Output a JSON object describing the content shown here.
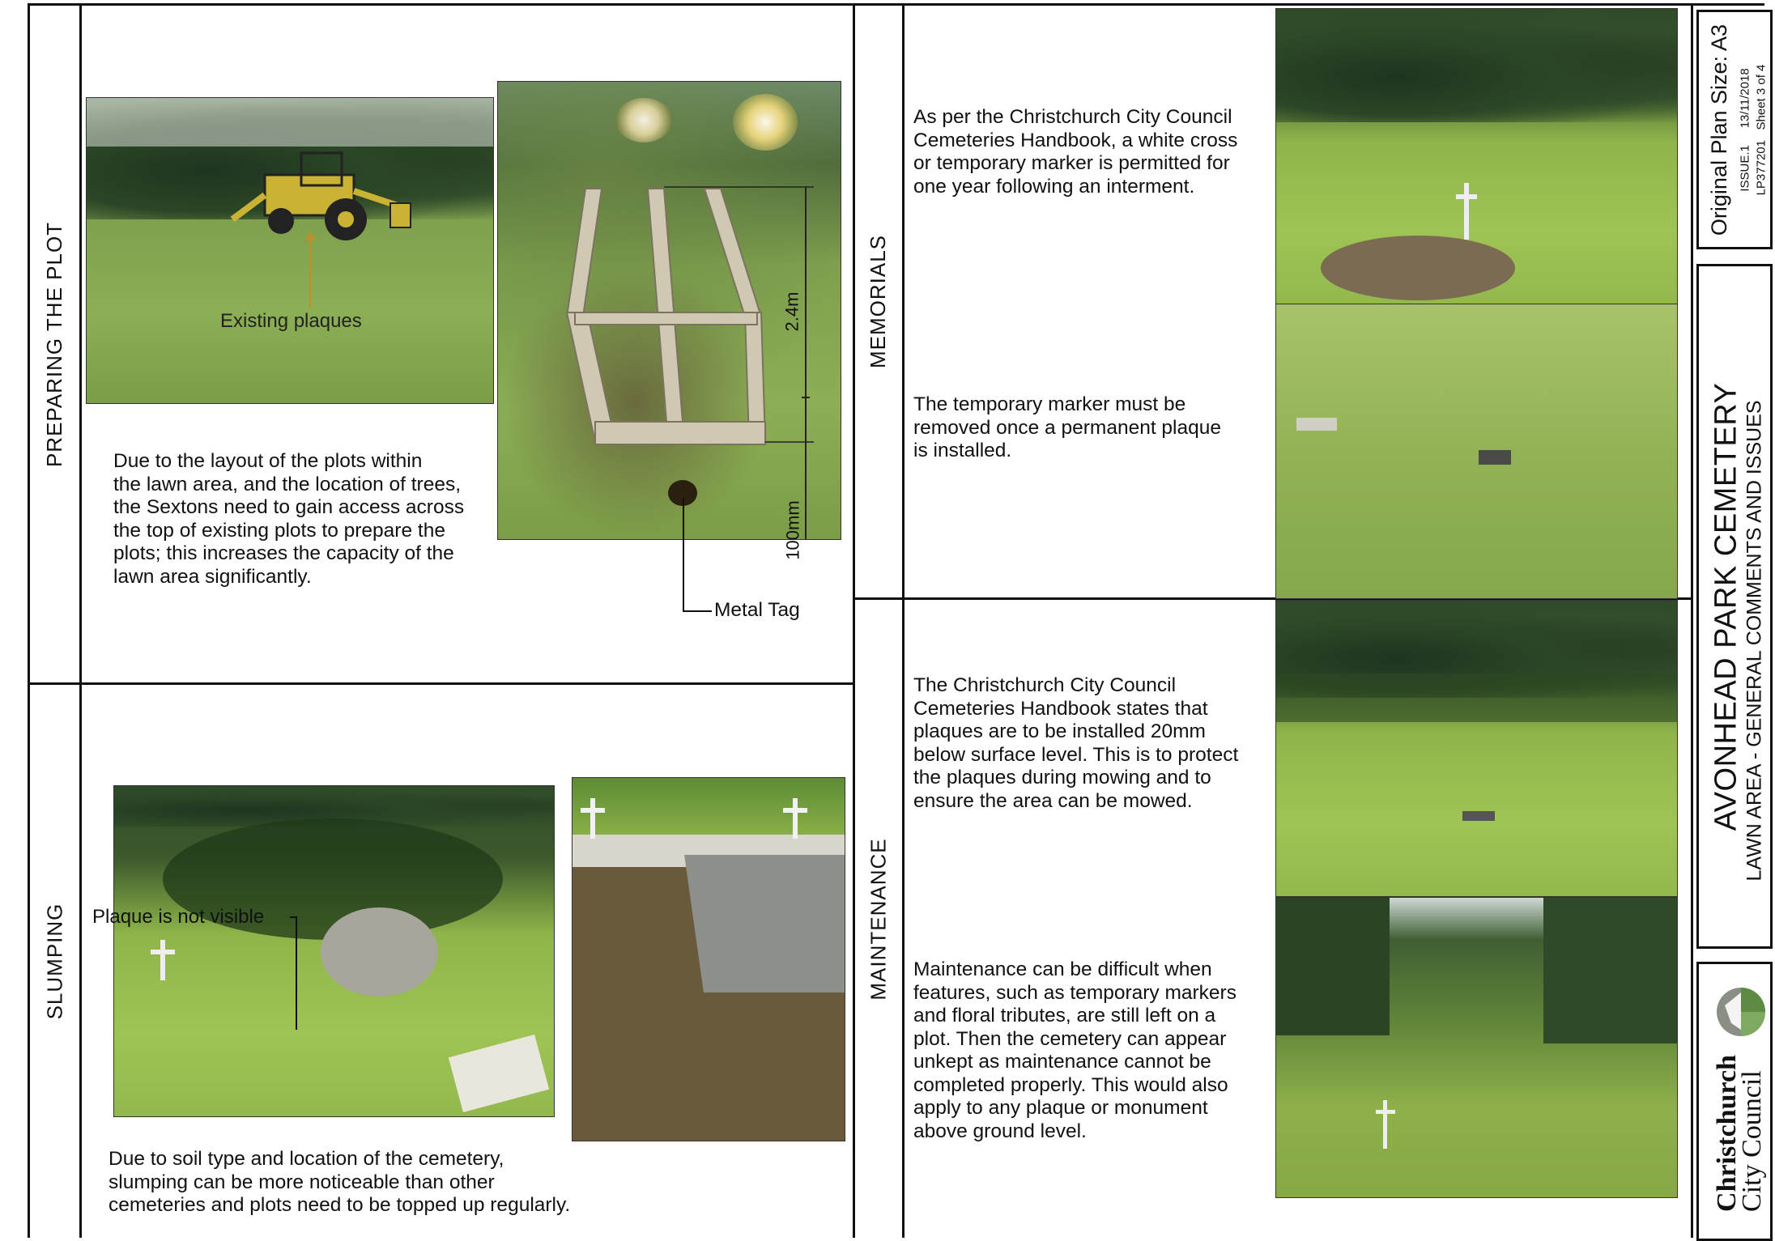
{
  "sections": {
    "preparing": {
      "label": "PREPARING THE PLOT",
      "annotation_plaques": "Existing plaques",
      "dim_length": "2.4m",
      "dim_depth": "100mm",
      "annotation_tag": "Metal Tag",
      "body": "Due to the layout of the plots within\nthe lawn area, and the location of trees,\nthe Sextons need to gain access across\nthe top of existing plots to prepare the\nplots; this increases the capacity of the\nlawn area significantly."
    },
    "slumping": {
      "label": "SLUMPING",
      "annotation_plaque": "Plaque is not visible",
      "body": "Due to soil type and location of the cemetery,\nslumping can be more noticeable than other\ncemeteries and plots need to be topped up regularly."
    },
    "memorials": {
      "label": "MEMORIALS",
      "text1": "As per the Christchurch City Council\nCemeteries Handbook, a white cross\nor temporary marker is permitted for\none year following an interment.",
      "text2": "The temporary marker must be\nremoved once a permanent plaque\nis installed."
    },
    "maintenance": {
      "label": "MAINTENANCE",
      "text1": "The Christchurch City Council\nCemeteries Handbook states that\nplaques are to be installed 20mm\nbelow surface level. This is to protect\nthe plaques during mowing and to\nensure the area can be mowed.",
      "text2": "Maintenance can be difficult when\nfeatures, such as temporary markers\nand floral tributes, are still left on a\nplot. Then the cemetery can appear\nunkept as maintenance cannot be\ncompleted properly. This would also\napply to any plaque or monument\nabove ground level."
    }
  },
  "title_block": {
    "plan_size": "Original Plan Size:  A3",
    "issue": "ISSUE.1",
    "date": "13/11/2018",
    "lp": "LP377201",
    "sheet": "Sheet 3 of 4",
    "title": "AVONHEAD PARK CEMETERY",
    "subtitle": "LAWN AREA - GENERAL COMMENTS AND ISSUES",
    "logo_line1": "Christchurch",
    "logo_line2": "City Council"
  }
}
